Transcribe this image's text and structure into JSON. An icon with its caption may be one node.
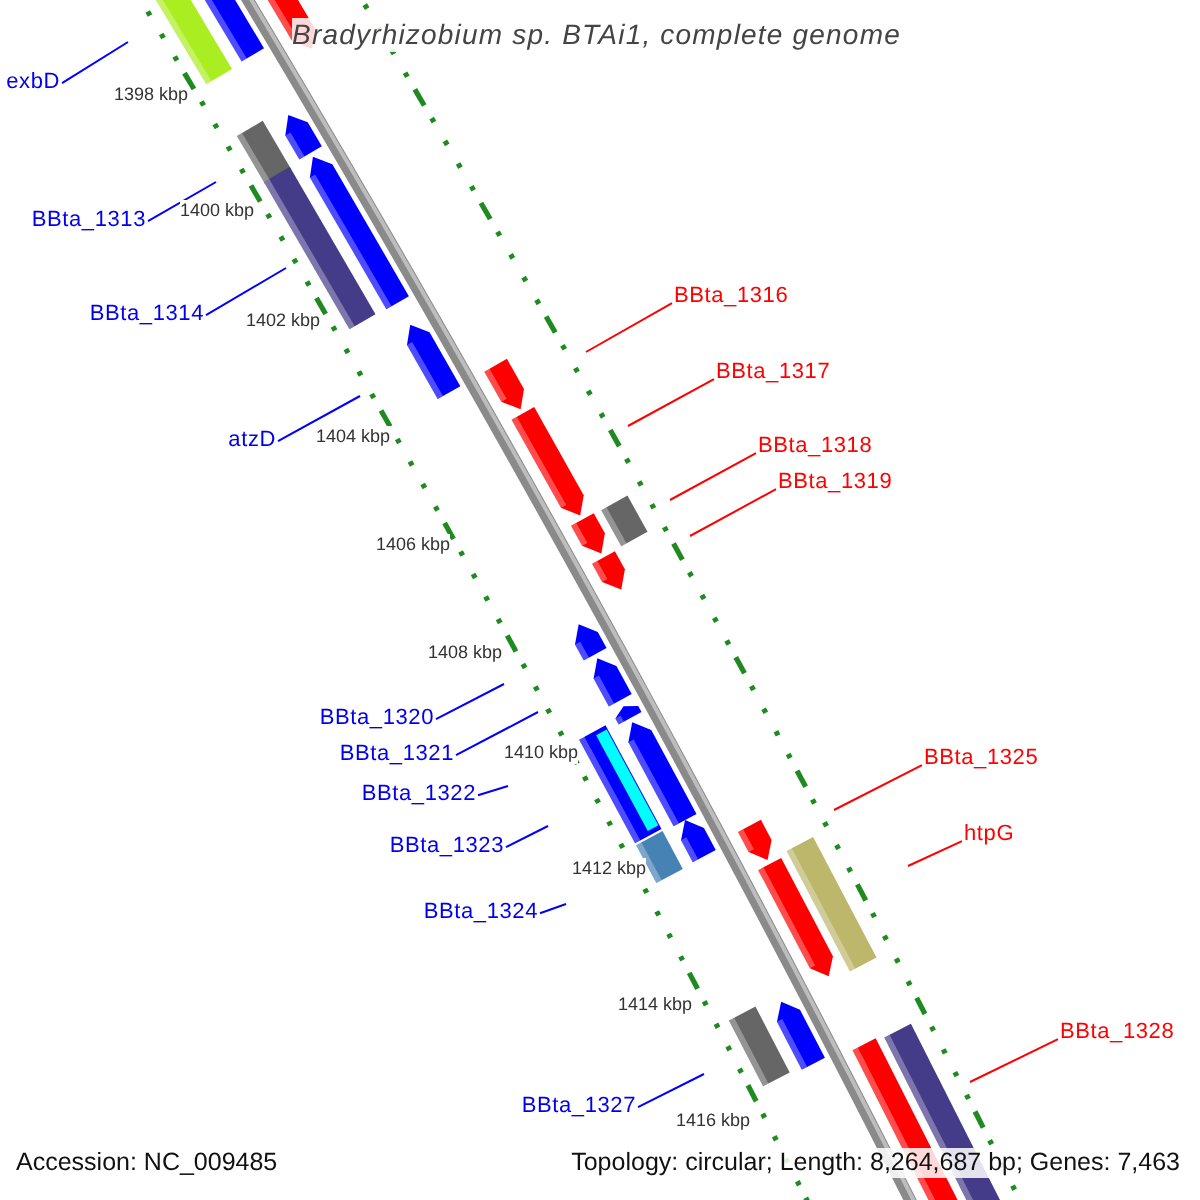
{
  "diagram": {
    "title": "Bradyrhizobium sp. BTAi1, complete genome",
    "nodes": [
      {
        "text": [
          "exbD"
        ]
      },
      {
        "text": [
          "BBta_1313"
        ]
      },
      {
        "text": [
          "BBta_1316"
        ]
      },
      {
        "text": [
          "BBta_1314"
        ]
      },
      {
        "text": [
          "BBta_1317"
        ]
      },
      {
        "text": [
          "atzD"
        ]
      },
      {
        "text": [
          "BBta_1318"
        ]
      },
      {
        "text": [
          "BBta_1319"
        ]
      },
      {
        "text": [
          "BBta_1320"
        ]
      },
      {
        "text": [
          "BBta_1321"
        ]
      },
      {
        "text": [
          "BBta_1325"
        ]
      },
      {
        "text": [
          "BBta_1322"
        ]
      },
      {
        "text": [
          "htpG"
        ]
      },
      {
        "text": [
          "BBta_1323"
        ]
      },
      {
        "text": [
          "BBta_1324"
        ]
      },
      {
        "text": [
          "BBta_1328"
        ]
      },
      {
        "text": [
          "BBta_1327"
        ]
      }
    ],
    "edges": [
      {
        "from": 0,
        "to": null,
        "arrow": "none",
        "color": "#0000ff"
      },
      {
        "from": 1,
        "to": null,
        "arrow": "none",
        "color": "#0000ff"
      },
      {
        "from": 2,
        "to": null,
        "arrow": "none",
        "color": "#ff0000"
      },
      {
        "from": 3,
        "to": null,
        "arrow": "none",
        "color": "#0000ff"
      },
      {
        "from": 4,
        "to": null,
        "arrow": "none",
        "color": "#ff0000"
      },
      {
        "from": 5,
        "to": null,
        "arrow": "none",
        "color": "#0000ff"
      },
      {
        "from": 6,
        "to": null,
        "arrow": "none",
        "color": "#ff0000"
      },
      {
        "from": 7,
        "to": null,
        "arrow": "none",
        "color": "#ff0000"
      },
      {
        "from": 8,
        "to": null,
        "arrow": "none",
        "color": "#0000ff"
      },
      {
        "from": 9,
        "to": null,
        "arrow": "none",
        "color": "#0000ff"
      },
      {
        "from": 10,
        "to": null,
        "arrow": "none",
        "color": "#ff0000"
      },
      {
        "from": 11,
        "to": null,
        "arrow": "none",
        "color": "#0000ff"
      },
      {
        "from": 12,
        "to": null,
        "arrow": "none",
        "color": "#ff0000"
      },
      {
        "from": 13,
        "to": null,
        "arrow": "none",
        "color": "#0000ff"
      },
      {
        "from": 14,
        "to": null,
        "arrow": "none",
        "color": "#0000ff"
      },
      {
        "from": 15,
        "to": null,
        "arrow": "none",
        "color": "#ff0000"
      },
      {
        "from": 16,
        "to": null,
        "arrow": "none",
        "color": "#0000ff"
      }
    ],
    "labels": [
      "1398 kbp",
      "1400 kbp",
      "1402 kbp",
      "1404 kbp",
      "1406 kbp",
      "1408 kbp",
      "1410 kbp",
      "1412 kbp",
      "1414 kbp",
      "1416 kbp",
      "Accession: NC_009485",
      "Topology: circular; Length: 8,264,687 bp; Genes: 7,463"
    ]
  }
}
